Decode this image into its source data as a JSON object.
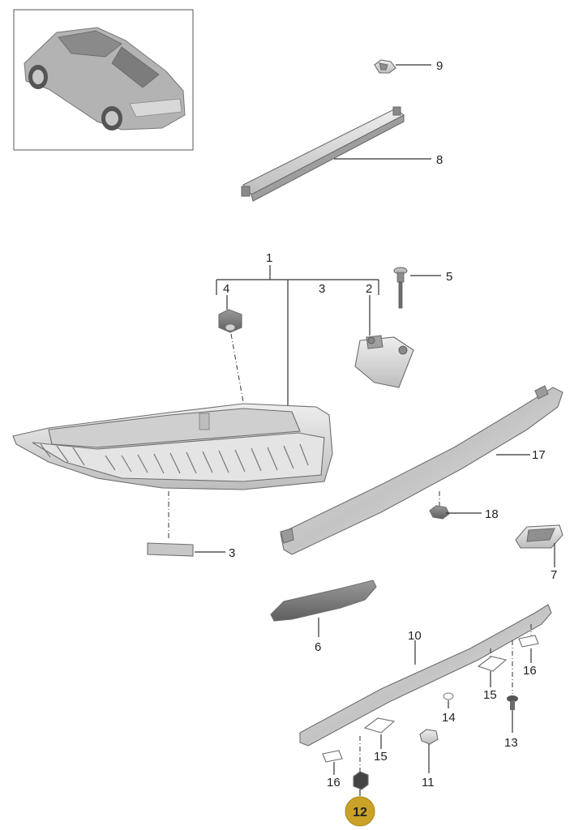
{
  "colors": {
    "highlight_badge": "#c9a227",
    "line": "#333333",
    "part_fill": "#d9d9d9",
    "part_stroke": "#6e6e6e"
  },
  "thumbnail": {
    "icon": "car-rear-view-icon"
  },
  "callouts": {
    "c1": "1",
    "c2": "2",
    "c3a": "3",
    "c3b": "3",
    "c4": "4",
    "c5": "5",
    "c6": "6",
    "c7": "7",
    "c8": "8",
    "c9": "9",
    "c10": "10",
    "c11": "11",
    "c12": "12",
    "c13": "13",
    "c14": "14",
    "c15a": "15",
    "c15b": "15",
    "c16a": "16",
    "c16b": "16",
    "c17": "17",
    "c18": "18"
  }
}
